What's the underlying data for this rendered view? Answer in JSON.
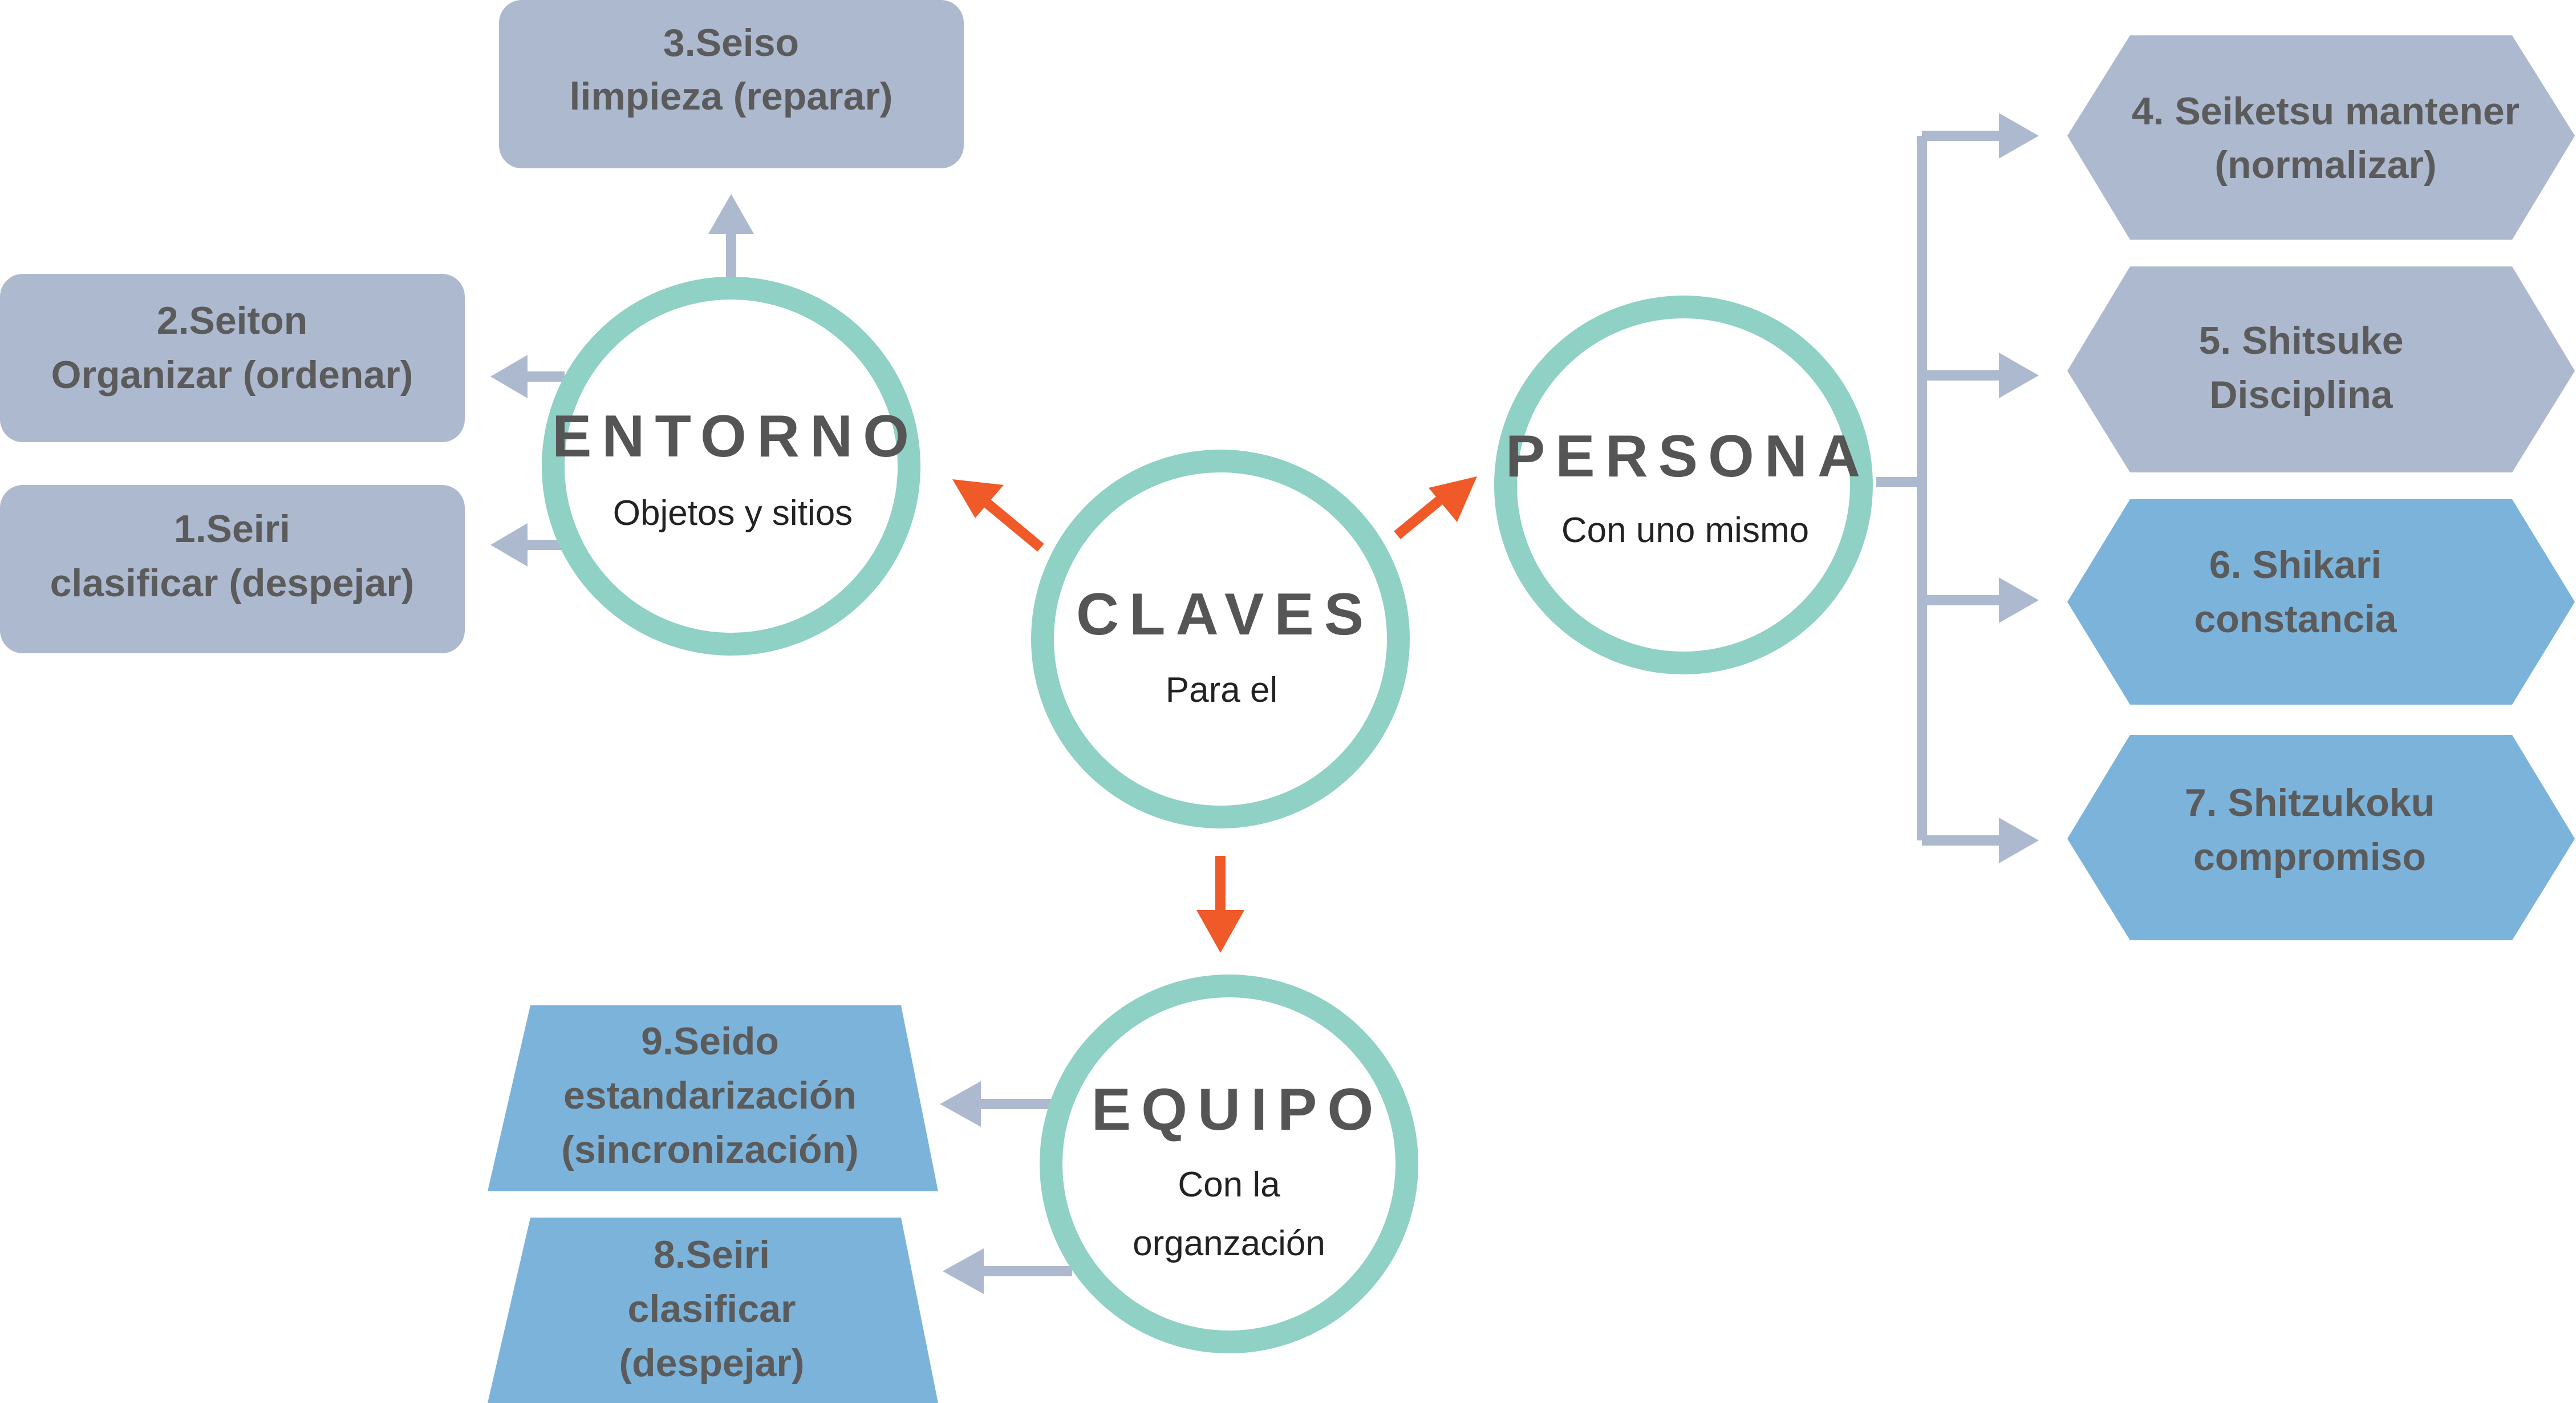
{
  "colors": {
    "circle_stroke": "#8fd1c4",
    "gray_box": "#adb9cf",
    "blue_box": "#7cb3da",
    "orange_arrow": "#f05a28",
    "text": "#5b5b5b"
  },
  "center": {
    "title": "CLAVES",
    "subtitle": "Para el"
  },
  "entorno": {
    "title": "ENTORNO",
    "subtitle": "Objetos  y sitios",
    "items": [
      {
        "lines": [
          "3.Seiso",
          "limpieza (reparar)"
        ]
      },
      {
        "lines": [
          "2.Seiton",
          "Organizar (ordenar)"
        ]
      },
      {
        "lines": [
          "1.Seiri",
          "clasificar (despejar)"
        ]
      }
    ]
  },
  "persona": {
    "title": "PERSONA",
    "subtitle": "Con uno mismo",
    "items": [
      {
        "lines": [
          "4. Seiketsu mantener",
          "(normalizar)"
        ]
      },
      {
        "lines": [
          "5. Shitsuke",
          "Disciplina"
        ]
      },
      {
        "lines": [
          "6. Shikari",
          "constancia"
        ]
      },
      {
        "lines": [
          "7. Shitzukoku",
          "compromiso"
        ]
      }
    ]
  },
  "equipo": {
    "title": "EQUIPO",
    "subtitle_lines": [
      "Con la",
      "organzación"
    ],
    "items": [
      {
        "lines": [
          "9.Seido",
          "estandarización",
          "(sincronización)"
        ]
      },
      {
        "lines": [
          "8.Seiri",
          "clasificar",
          "(despejar)"
        ]
      }
    ]
  }
}
